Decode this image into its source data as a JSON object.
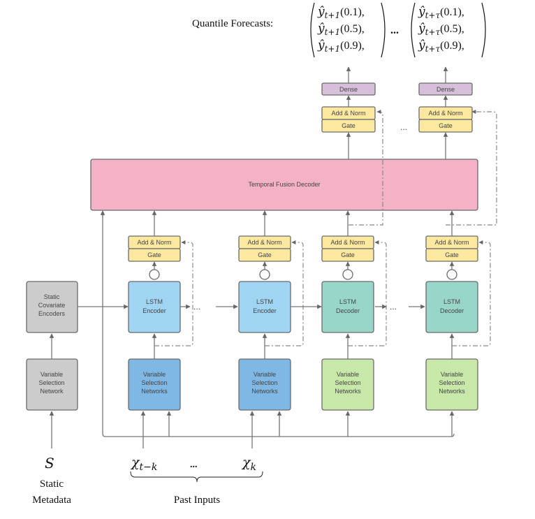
{
  "quantile_forecasts": {
    "label": "Quantile Forecasts:",
    "first_horizon": [
      "ŷ",
      "t+1",
      "(0.1),",
      "(0.5),",
      "(0.9),"
    ],
    "last_horizon": [
      "ŷ",
      "t+τ",
      "(0.1),",
      "(0.5),",
      "(0.9),"
    ],
    "ellipsis": "...",
    "quantiles": [
      "(0.1),",
      "(0.5),",
      "(0.9),"
    ]
  },
  "output_heads": [
    {
      "dense": "Dense",
      "add_norm": "Add & Norm",
      "gate": "Gate"
    },
    {
      "dense": "Dense",
      "add_norm": "Add & Norm",
      "gate": "Gate"
    }
  ],
  "output_ellipsis": "...",
  "temporal_fusion_decoder": "Temporal Fusion Decoder",
  "static": {
    "covariate_encoders": [
      "Static",
      "Covariate",
      "Encoders"
    ],
    "variable_selection": [
      "Variable",
      "Selection",
      "Network"
    ],
    "input_symbol": "S",
    "input_label": [
      "Static",
      "Metadata"
    ]
  },
  "columns": [
    {
      "add_norm": "Add & Norm",
      "gate": "Gate",
      "lstm": [
        "LSTM",
        "Encoder"
      ],
      "vsn": [
        "Variable",
        "Selection",
        "Networks"
      ],
      "kind": "encoder"
    },
    {
      "add_norm": "Add & Norm",
      "gate": "Gate",
      "lstm": [
        "LSTM",
        "Encoder"
      ],
      "vsn": [
        "Variable",
        "Selection",
        "Networks"
      ],
      "kind": "encoder"
    },
    {
      "add_norm": "Add & Norm",
      "gate": "Gate",
      "lstm": [
        "LSTM",
        "Decoder"
      ],
      "vsn": [
        "Variable",
        "Selection",
        "Networks"
      ],
      "kind": "decoder"
    },
    {
      "add_norm": "Add & Norm",
      "gate": "Gate",
      "lstm": [
        "LSTM",
        "Decoder"
      ],
      "vsn": [
        "Variable",
        "Selection",
        "Networks"
      ],
      "kind": "decoder"
    }
  ],
  "lstm_ellipsis": "...",
  "past_inputs": {
    "first": {
      "base": "χ",
      "sub": "t−k"
    },
    "last": {
      "base": "χ",
      "sub": "k"
    },
    "ellipsis": "...",
    "label": "Past Inputs"
  },
  "colors": {
    "dense": "#d5bfd9",
    "add_norm": "#fde8a0",
    "tfd": "#f3b2c5",
    "static": "#cccccc",
    "lstm_encoder": "#9fd4f2",
    "lstm_decoder": "#99d6ca",
    "vsn_encoder": "#7fb8e4",
    "vsn_decoder": "#c8e8a9",
    "stroke": "#6a6a6a"
  }
}
